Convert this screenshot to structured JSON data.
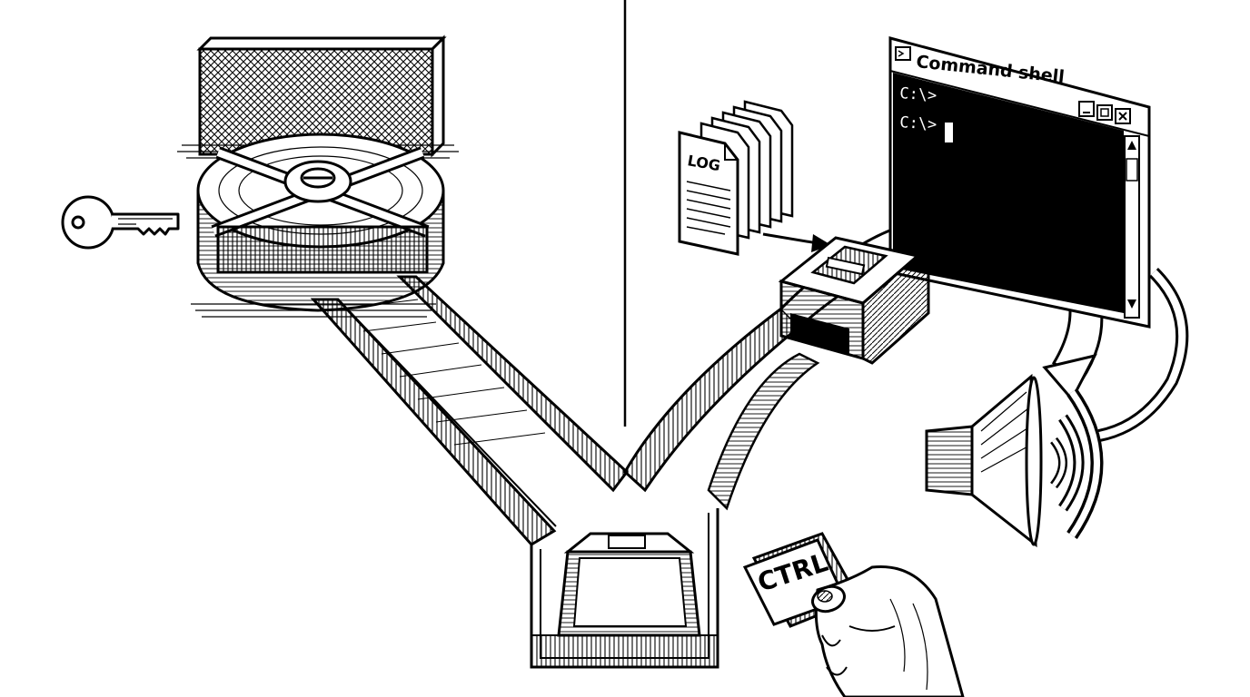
{
  "terminal": {
    "title": "Command shell",
    "lines": [
      "C:\\>",
      "C:\\>"
    ]
  },
  "log_label": "LOG",
  "key_label": "CTRL",
  "icons": [
    "key-icon",
    "vault-lock-icon",
    "log-files-icon",
    "terminal-window-icon",
    "speaker-icon",
    "sound-waves-icon",
    "ctrl-key-icon",
    "hand-icon",
    "switch-block-icon"
  ]
}
